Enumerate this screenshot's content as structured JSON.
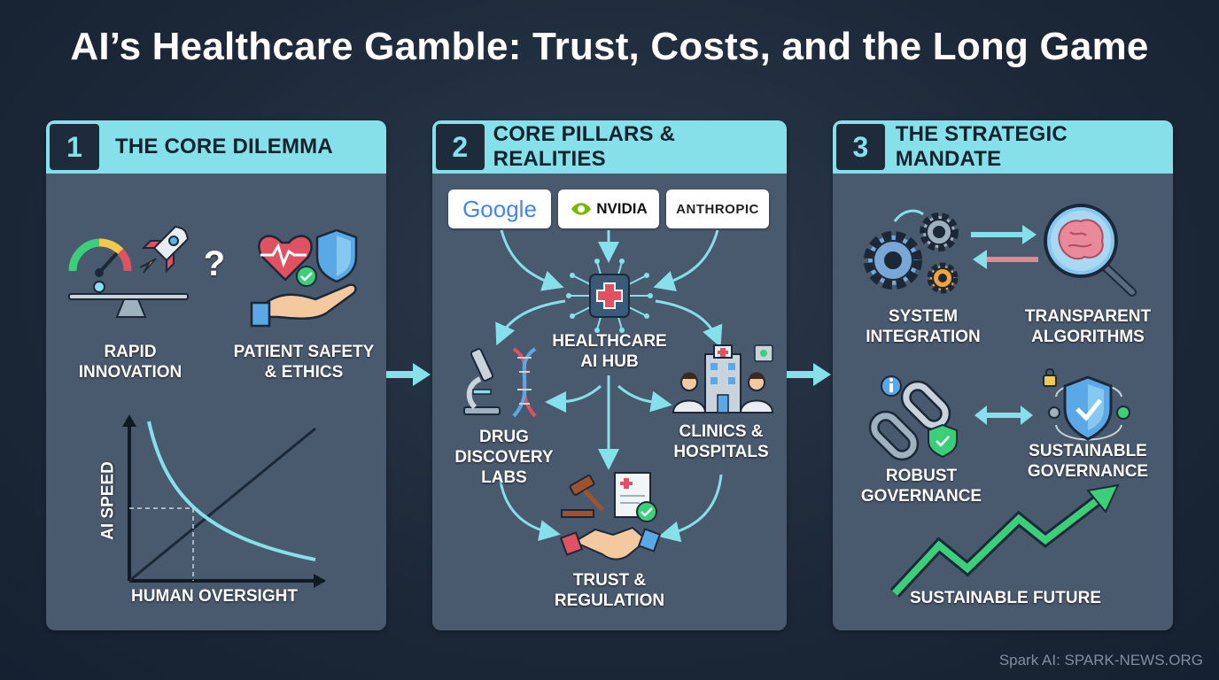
{
  "title": "AI’s Healthcare Gamble: Trust, Costs, and the Long Game",
  "panels": [
    {
      "number": "1",
      "heading": "THE CORE DILEMMA",
      "labels": {
        "rapid_innovation": "RAPID\nINNOVATION",
        "question": "?",
        "patient_safety": "PATIENT SAFETY\n& ETHICS",
        "y_axis": "AI SPEED",
        "x_axis": "HUMAN OVERSIGHT"
      }
    },
    {
      "number": "2",
      "heading": "CORE PILLARS & REALITIES",
      "logos": [
        "Google",
        "NVIDIA",
        "ANTHROPIC"
      ],
      "labels": {
        "hub": "HEALTHCARE\nAI HUB",
        "drug": "DRUG DISCOVERY\nLABS",
        "clinics": "CLINICS &\nHOSPITALS",
        "trust": "TRUST &\nREGULATION"
      }
    },
    {
      "number": "3",
      "heading": "THE STRATEGIC MANDATE",
      "labels": {
        "integration": "SYSTEM\nINTEGRATION",
        "transparent": "TRANSPARENT\nALGORITHMS",
        "robust": "ROBUST\nGOVERNANCE",
        "sustainable_gov": "SUSTAINABLE\nGOVERNANCE",
        "future": "SUSTAINABLE FUTURE"
      }
    }
  ],
  "footer": "Spark AI: SPARK-NEWS.ORG",
  "colors": {
    "header": "#86e0ea",
    "panel": "#4a5a6e",
    "background": "#1c2838",
    "accent_teal": "#86e0ea",
    "accent_green": "#3ccf7a",
    "accent_red": "#e05262"
  }
}
